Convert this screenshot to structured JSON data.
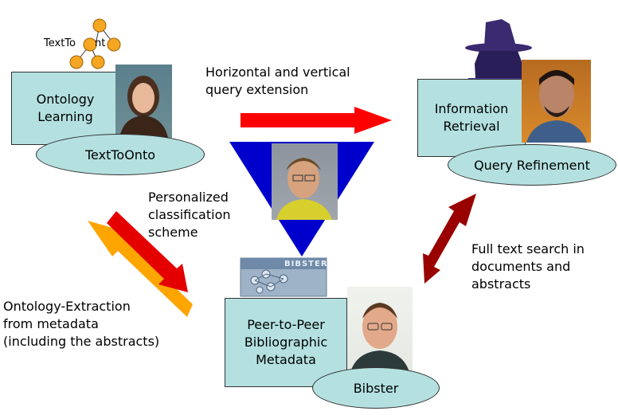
{
  "nodes": {
    "ontology_learning": {
      "label_line1": "Ontology",
      "label_line2": "Learning",
      "tag": "TextToOnto"
    },
    "information_retrieval": {
      "label_line1": "Information",
      "label_line2": "Retrieval",
      "tag": "Query Refinement"
    },
    "p2p": {
      "label_line1": "Peer-to-Peer",
      "label_line2": "Bibliographic",
      "label_line3": "Metadata",
      "tag": "Bibster"
    }
  },
  "logos": {
    "texttoonto_left": "TextTo",
    "texttoonto_right": "nt",
    "bibster": "BIBSTER"
  },
  "annotations": {
    "horizontal_line1": "Horizontal and vertical",
    "horizontal_line2": "query extension",
    "personalized_line1": "Personalized",
    "personalized_line2": "classification",
    "personalized_line3": "scheme",
    "fulltext_line1": "Full text search in",
    "fulltext_line2": "documents and",
    "fulltext_line3": "abstracts",
    "extraction_line1": "Ontology-Extraction",
    "extraction_line2": "from metadata",
    "extraction_line3": "(including the abstracts)"
  },
  "colors": {
    "box_fill": "#b4e0e0",
    "red_arrow": "#ff0000",
    "dark_red_arrow": "#990000",
    "orange_arrow": "#ffa500",
    "triangle": "#0000cc",
    "tree_node": "#f5a623"
  }
}
